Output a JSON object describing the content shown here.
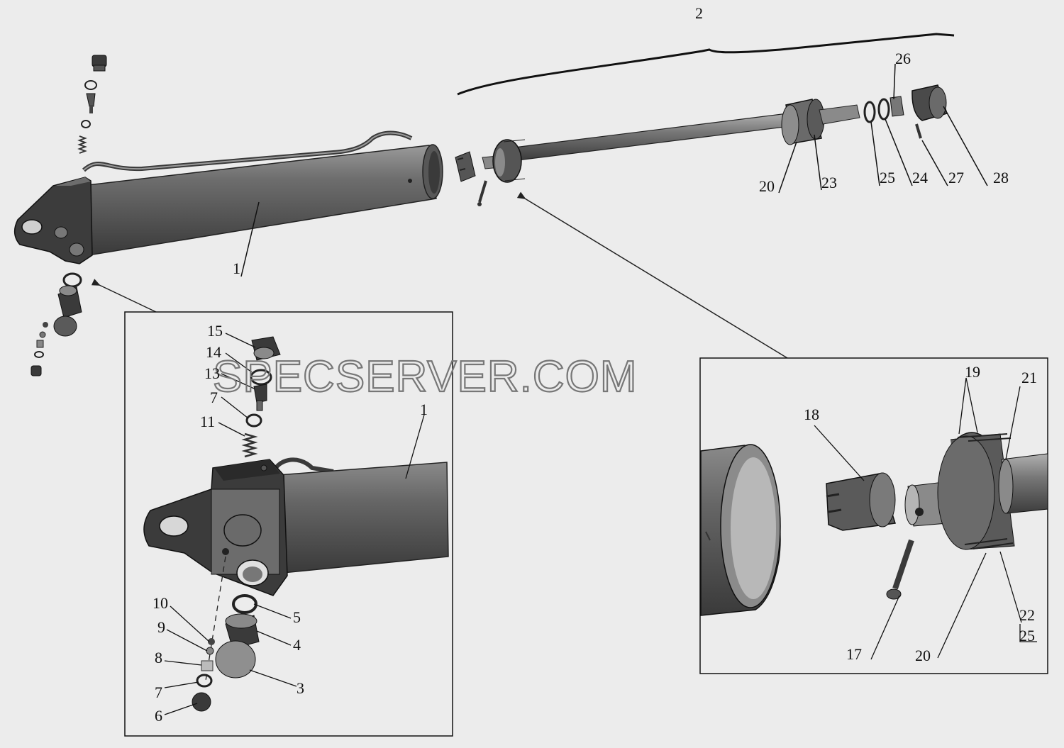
{
  "watermark": "SPECSERVER.COM",
  "callouts": {
    "c1_main": "1",
    "c2": "2",
    "c20_main": "20",
    "c23": "23",
    "c25_main": "25",
    "c24": "24",
    "c26": "26",
    "c27": "27",
    "c28": "28",
    "c15": "15",
    "c14": "14",
    "c13": "13",
    "c7_top": "7",
    "c11": "11",
    "c1_detail": "1",
    "c10": "10",
    "c9": "9",
    "c8": "8",
    "c7_bottom": "7",
    "c6": "6",
    "c5": "5",
    "c4": "4",
    "c3": "3",
    "c18": "18",
    "c19": "19",
    "c21": "21",
    "c22": "22",
    "c25_detail": "25",
    "c17": "17",
    "c20_detail": "20"
  }
}
